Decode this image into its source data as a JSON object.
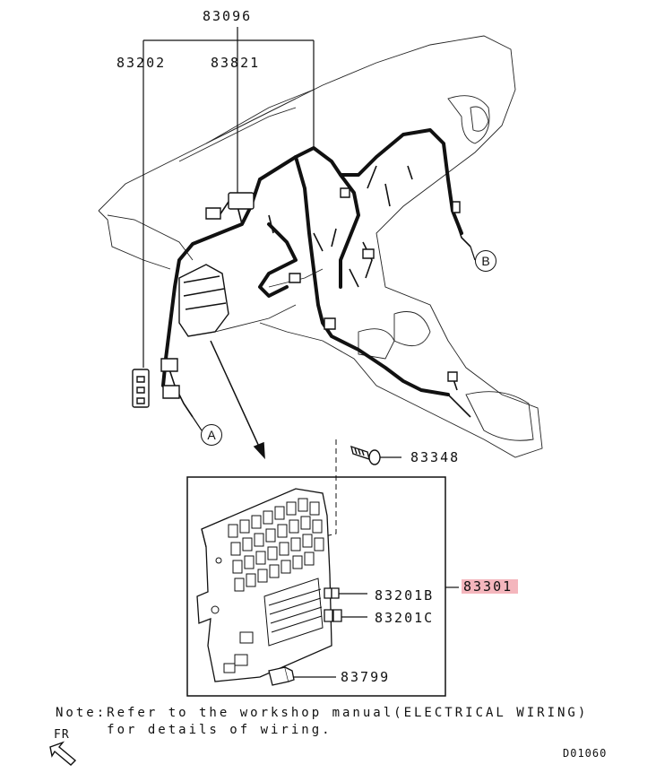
{
  "parts": {
    "top_assembly": "83096",
    "left_connector": "83202",
    "relay": "83821",
    "bolt": "83348",
    "junction_block": "83301",
    "fuse_b": "83201B",
    "fuse_c": "83201C",
    "fuse_small": "83799"
  },
  "callouts": {
    "a": "A",
    "b": "B"
  },
  "note": {
    "line1": "Note:Refer to the workshop manual(ELECTRICAL WIRING)",
    "line2": "     for details of wiring."
  },
  "front_indicator": "FR",
  "diagram_code": "D01060",
  "colors": {
    "highlight": "#f4b6bd",
    "ink": "#111111"
  }
}
